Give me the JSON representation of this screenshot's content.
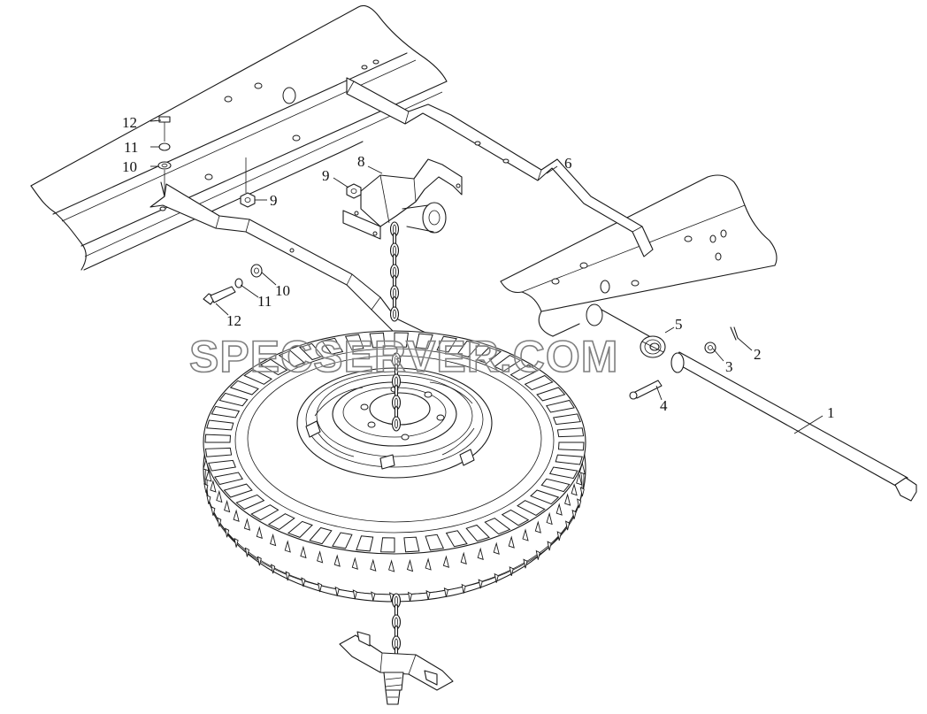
{
  "watermark": "SPECSERVER.COM",
  "callouts": [
    {
      "id": "c1",
      "label": "1"
    },
    {
      "id": "c2",
      "label": "2"
    },
    {
      "id": "c3",
      "label": "3"
    },
    {
      "id": "c4",
      "label": "4"
    },
    {
      "id": "c5",
      "label": "5"
    },
    {
      "id": "c6",
      "label": "6"
    },
    {
      "id": "c8",
      "label": "8"
    },
    {
      "id": "c9a",
      "label": "9"
    },
    {
      "id": "c9b",
      "label": "9"
    },
    {
      "id": "c10a",
      "label": "10"
    },
    {
      "id": "c10b",
      "label": "10"
    },
    {
      "id": "c11a",
      "label": "11"
    },
    {
      "id": "c11b",
      "label": "11"
    },
    {
      "id": "c12a",
      "label": "12"
    },
    {
      "id": "c12b",
      "label": "12"
    }
  ]
}
